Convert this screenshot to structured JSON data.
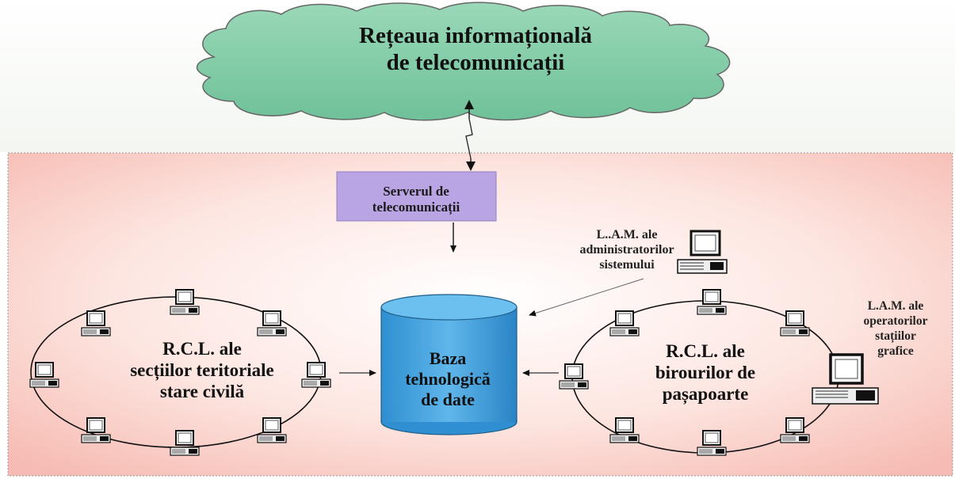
{
  "cloud": {
    "lines": [
      "Rețeaua informațională",
      "de telecomunicații"
    ]
  },
  "server": {
    "lines": [
      "Serverul de",
      "telecomunicații"
    ]
  },
  "database": {
    "lines": [
      "Baza",
      "tehnologică",
      "de date"
    ]
  },
  "left_ring": {
    "lines": [
      "R.C.L. ale",
      "secțiilor teritoriale",
      "stare civilă"
    ]
  },
  "right_ring": {
    "lines": [
      "R.C.L. ale",
      "birourilor de",
      "pașapoarte"
    ]
  },
  "admin_workstation": {
    "lines": [
      "L..A.M. ale",
      "administratorilor",
      "sistemului"
    ]
  },
  "operator_workstation": {
    "lines": [
      "L.A.M. ale",
      "operatorilor",
      "stațiilor",
      "grafice"
    ]
  },
  "colors": {
    "cloud_fill": "#7fc9a5",
    "server_fill": "#b9a4e4",
    "database_fill": "#3a9ad9",
    "lower_region_fill": "#f8c8c0"
  }
}
